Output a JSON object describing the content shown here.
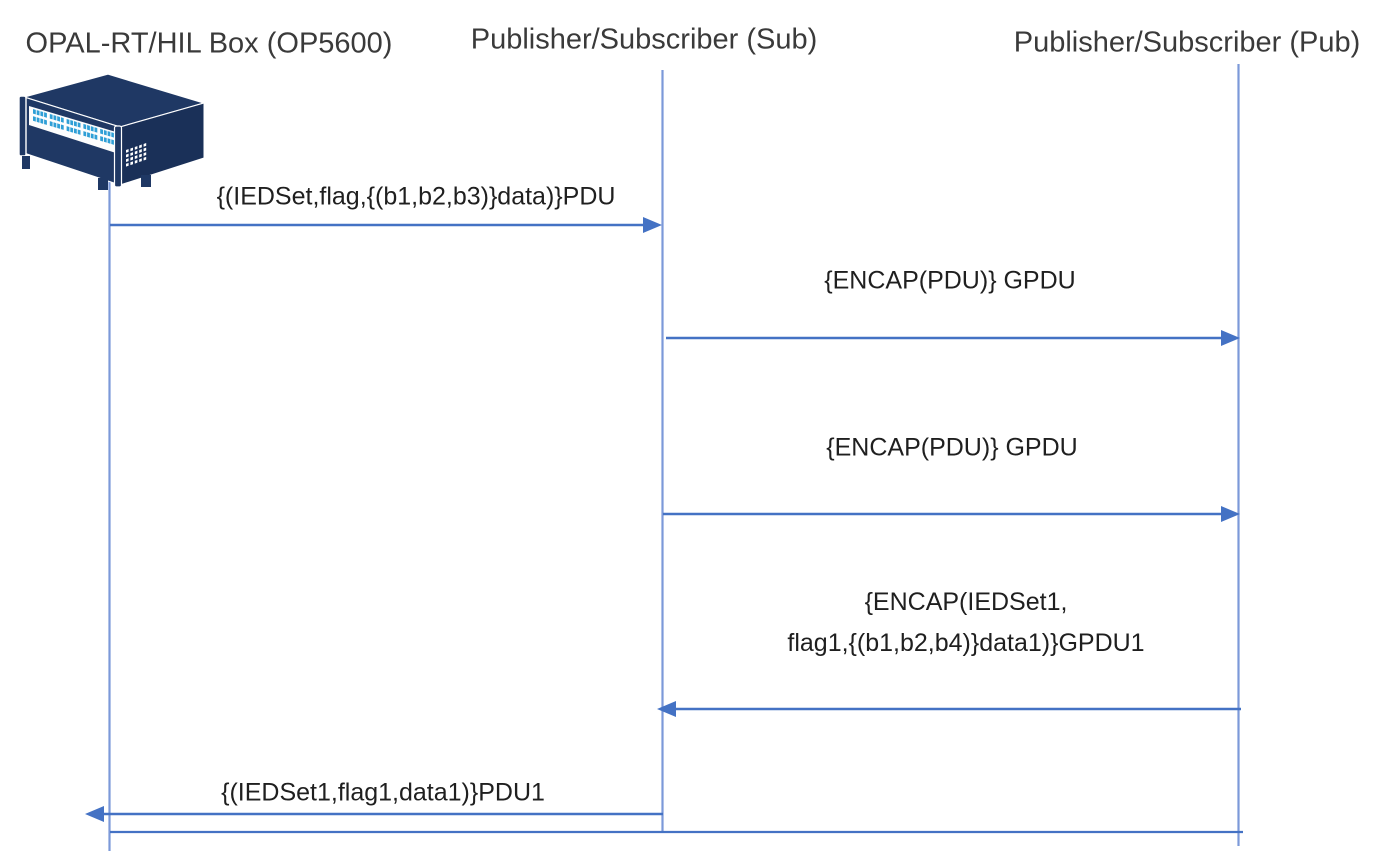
{
  "diagram": {
    "type": "sequence-diagram",
    "actors": [
      {
        "label": "OPAL-RT/HIL Box (OP5600)",
        "icon": "rack-server-icon"
      },
      {
        "label": "Publisher/Subscriber (Sub)"
      },
      {
        "label": "Publisher/Subscriber (Pub)"
      }
    ],
    "messages": [
      {
        "label": "{(IEDSet,flag,{(b1,b2,b3)}data)}PDU",
        "from": 0,
        "to": 1,
        "direction": "right"
      },
      {
        "label": "{ENCAP(PDU)} GPDU",
        "from": 1,
        "to": 2,
        "direction": "right"
      },
      {
        "label": "{ENCAP(PDU)} GPDU",
        "from": 1,
        "to": 2,
        "direction": "right"
      },
      {
        "lines": [
          "{ENCAP(IEDSet1,",
          "flag1,{(b1,b2,b4)}data1)}GPDU1"
        ],
        "from": 2,
        "to": 1,
        "direction": "left"
      },
      {
        "label": "{(IEDSet1,flag1,data1)}PDU1",
        "from": 1,
        "to": 0,
        "direction": "left"
      }
    ],
    "colors": {
      "arrow": "#4472C4",
      "lifeline": "#7C99D9",
      "device_body": "#1F3864",
      "device_side": "#1A3058",
      "device_ports": "#2F9FD6",
      "label_text": "#1F1F1F",
      "title_text": "#3A3A3A"
    }
  }
}
